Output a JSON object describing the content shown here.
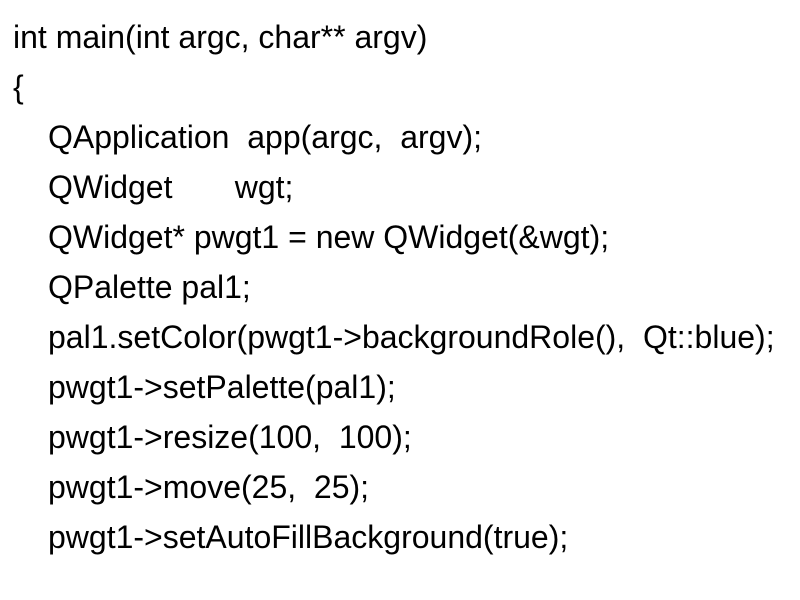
{
  "slide": {
    "background_color": "#ffffff",
    "text_color": "#000000",
    "title": "int main(int argc, char** argv)",
    "language": "cpp"
  },
  "code": {
    "lines": [
      {
        "text": "int main(int argc, char** argv)",
        "indent": 0
      },
      {
        "text": "{",
        "indent": 0
      },
      {
        "text": "QApplication  app(argc,  argv);",
        "indent": 1
      },
      {
        "text": "QWidget       wgt;",
        "indent": 1
      },
      {
        "text": "QWidget* pwgt1 = new QWidget(&wgt);",
        "indent": 1
      },
      {
        "text": "QPalette pal1;",
        "indent": 1
      },
      {
        "text": "pal1.setColor(pwgt1->backgroundRole(),  Qt::blue);",
        "indent": 1
      },
      {
        "text": "pwgt1->setPalette(pal1);",
        "indent": 1
      },
      {
        "text": "pwgt1->resize(100,  100);",
        "indent": 1
      },
      {
        "text": "pwgt1->move(25,  25);",
        "indent": 1
      },
      {
        "text": "pwgt1->setAutoFillBackground(true);",
        "indent": 1
      }
    ]
  }
}
